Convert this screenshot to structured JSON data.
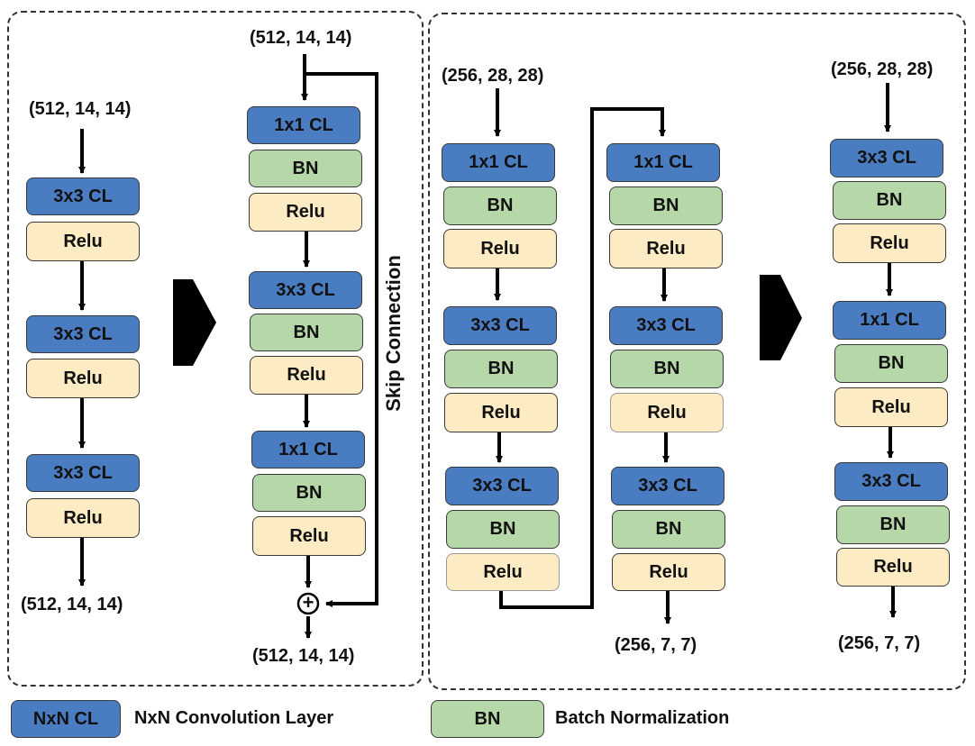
{
  "diagram": {
    "panel1": {
      "plain": {
        "input_dim": "(512, 14, 14)",
        "blocks": [
          "3x3 CL",
          "Relu",
          "3x3 CL",
          "Relu",
          "3x3 CL",
          "Relu"
        ],
        "output_dim": "(512, 14, 14)"
      },
      "residual": {
        "input_dim": "(512, 14, 14)",
        "blocks": [
          "1x1 CL",
          "BN",
          "Relu",
          "3x3 CL",
          "BN",
          "Relu",
          "1x1 CL",
          "BN",
          "Relu"
        ],
        "add_symbol": "+",
        "output_dim": "(512, 14, 14)",
        "skip_label": "Skip Connection"
      }
    },
    "panel2": {
      "input_dim": "(256, 28, 28)",
      "col_a_blocks": [
        "1x1 CL",
        "BN",
        "Relu",
        "3x3 CL",
        "BN",
        "Relu",
        "3x3 CL",
        "BN",
        "Relu"
      ],
      "col_b_blocks": [
        "1x1 CL",
        "BN",
        "Relu",
        "3x3 CL",
        "BN",
        "Relu",
        "3x3 CL",
        "BN",
        "Relu"
      ],
      "output_dim": "(256, 7, 7)"
    },
    "panel3": {
      "input_dim": "(256, 28, 28)",
      "blocks": [
        "3x3 CL",
        "BN",
        "Relu",
        "1x1 CL",
        "BN",
        "Relu",
        "3x3 CL",
        "BN",
        "Relu"
      ],
      "output_dim": "(256, 7, 7)"
    }
  },
  "legend": {
    "conv_swatch": "NxN CL",
    "conv_text": "NxN Convolution Layer",
    "bn_swatch": "BN",
    "bn_text": "Batch Normalization"
  },
  "colors": {
    "conv": "#4a7cc2",
    "bn": "#b6d7a8",
    "relu": "#fdebc4"
  }
}
